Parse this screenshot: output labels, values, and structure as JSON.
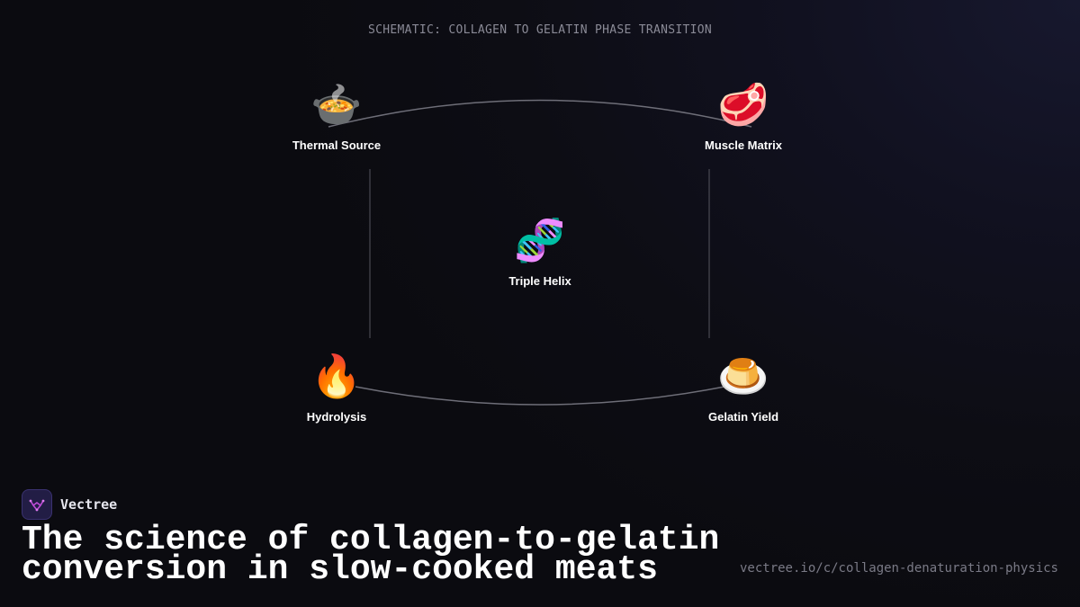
{
  "header": {
    "text": "SCHEMATIC: COLLAGEN TO GELATIN PHASE TRANSITION"
  },
  "nodes": {
    "thermal": {
      "emoji": "🍲",
      "label": "Thermal Source",
      "icon": "pot-of-food-icon"
    },
    "muscle": {
      "emoji": "🥩",
      "label": "Muscle Matrix",
      "icon": "cut-of-meat-icon"
    },
    "helix": {
      "emoji": "🧬",
      "label": "Triple Helix",
      "icon": "dna-icon"
    },
    "hydro": {
      "emoji": "🔥",
      "label": "Hydrolysis",
      "icon": "fire-icon"
    },
    "gelatin": {
      "emoji": "🍮",
      "label": "Gelatin Yield",
      "icon": "custard-icon"
    }
  },
  "brand": {
    "name": "Vectree",
    "logo_color": "#c04cd8"
  },
  "title": "The science of collagen-to-gelatin conversion in slow-cooked meats",
  "url": "vectree.io/c/collagen-denaturation-physics",
  "colors": {
    "connector": "#6e6e78",
    "background": "#0d0d14"
  }
}
